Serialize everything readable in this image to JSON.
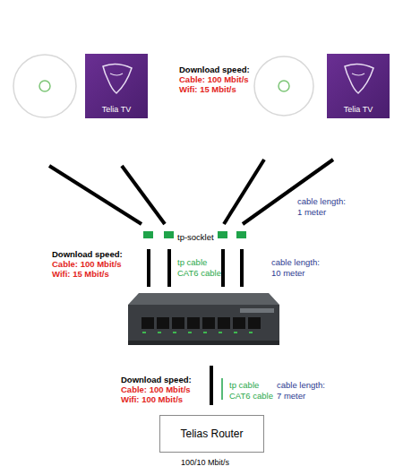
{
  "diagram": {
    "nodes": [
      {
        "text": [
          "Telia TV"
        ]
      },
      {
        "text": [
          "Telia TV"
        ]
      },
      {
        "text": [
          "Telias Router"
        ]
      }
    ],
    "labels": [
      "Download speed:",
      "Cable: 100 Mbit/s",
      "Wifi: 15 Mbit/s",
      "cable length:",
      "1 meter",
      "tp-socklet",
      "Download speed:",
      "Cable: 100 Mbit/s",
      "Wifi: 15 Mbit/s",
      "tp cable",
      "CAT6 cable",
      "cable length:",
      "10 meter",
      "Download speed:",
      "Cable: 100 Mbit/s",
      "Wifi: 100 Mbit/s",
      "tp cable",
      "CAT6 cable",
      "cable length:",
      "7 meter",
      "100/10 Mbit/s"
    ]
  }
}
